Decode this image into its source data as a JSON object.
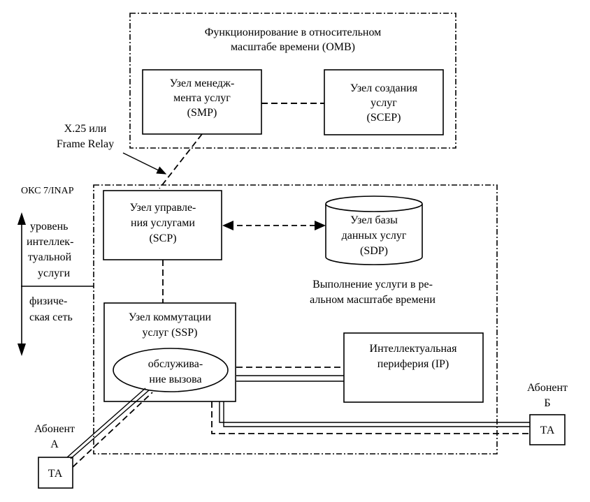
{
  "oms_region": {
    "title_lines": [
      "Функционирование в относительном",
      "масштабе времени (ОМВ)"
    ]
  },
  "smp": {
    "lines": [
      "Узел менедж-",
      "мента услуг",
      "(SMP)"
    ]
  },
  "scep": {
    "lines": [
      "Узел создания",
      "услуг",
      "(SCEP)"
    ]
  },
  "link_label": {
    "lines": [
      "X.25 или",
      "Frame Relay"
    ]
  },
  "oks_label": "ОКС 7/INAP",
  "scp": {
    "lines": [
      "Узел управле-",
      "ния услугами",
      "(SCP)"
    ]
  },
  "sdp": {
    "lines": [
      "Узел базы",
      "данных услуг",
      "(SDP)"
    ]
  },
  "realtime": {
    "lines": [
      "Выполнение услуги в ре-",
      "альном масштабе времени"
    ]
  },
  "ssp": {
    "lines": [
      "Узел коммутации",
      "услуг (SSP)"
    ]
  },
  "call": {
    "lines": [
      "обслужива-",
      "ние вызова"
    ]
  },
  "ip": {
    "lines": [
      "Интеллектуальная",
      "периферия (IP)"
    ]
  },
  "levels": {
    "upper": [
      "уровень",
      "интеллек-",
      "туальной",
      "услуги"
    ],
    "lower": [
      "физиче-",
      "ская сеть"
    ]
  },
  "subscriber_a": {
    "lines": [
      "Абонент",
      "А"
    ],
    "terminal": "ТА"
  },
  "subscriber_b": {
    "lines": [
      "Абонент",
      "Б"
    ],
    "terminal": "ТА"
  }
}
